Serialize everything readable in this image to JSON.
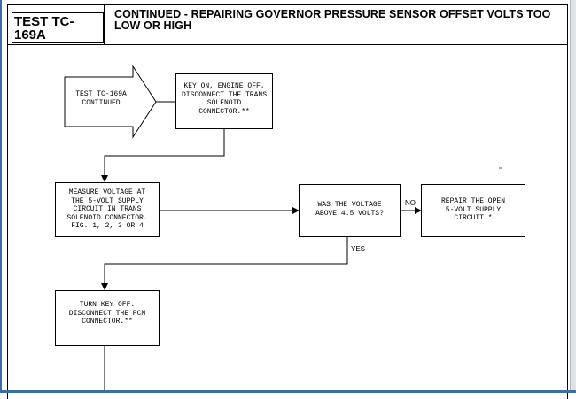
{
  "header": {
    "test_id": "TEST TC-169A",
    "title": "CONTINUED - REPAIRING GOVERNOR PRESSURE SENSOR OFFSET VOLTS TOO LOW OR HIGH"
  },
  "flow": {
    "start": "TEST TC-169A\nCONTINUED",
    "key_on": "KEY ON, ENGINE OFF.\nDISCONNECT THE TRANS\nSOLENOID\nCONNECTOR.**",
    "measure": "MEASURE VOLTAGE AT\nTHE 5-VOLT SUPPLY\nCIRCUIT IN TRANS\nSOLENOID CONNECTOR.\nFIG. 1, 2, 3 OR 4",
    "question": "WAS THE VOLTAGE\nABOVE 4.5 VOLTS?",
    "repair": "REPAIR THE OPEN\n5-VOLT SUPPLY\nCIRCUIT.*",
    "key_off": "TURN KEY OFF.\nDISCONNECT THE PCM\nCONNECTOR.**",
    "no_label": "NO",
    "yes_label": "YES"
  }
}
